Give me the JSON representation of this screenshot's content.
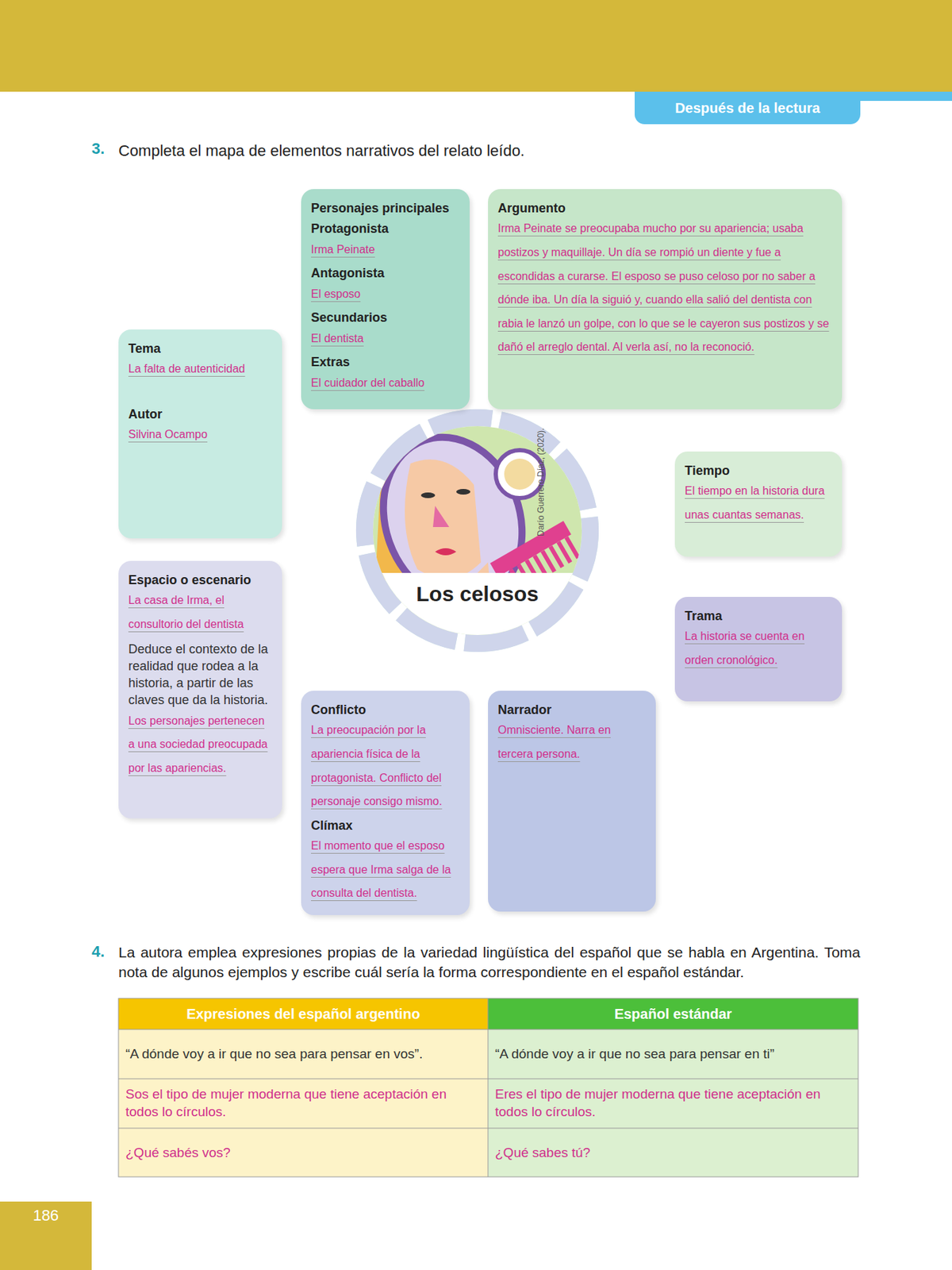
{
  "diagram": {
    "nodes": [
      {
        "text": [
          "Después de la lectura"
        ]
      },
      {
        "text": [
          "Personajes principales",
          "Protagonista",
          "Irma Peinate",
          "Antagonista",
          "El esposo",
          "Secundarios",
          "El dentista",
          "Extras",
          "El cuidador del caballo"
        ]
      },
      {
        "text": [
          "Argumento",
          "Irma Peinate se preocupaba mucho por su apariencia; usaba postizos y maquillaje. Un día se rompió un diente y fue a escondidas a curarse. El esposo se puso celoso por no saber a dónde iba. Un día la siguió y, cuando ella salió del dentista con rabia le lanzó un golpe, con lo que se le cayeron sus postizos y se dañó el arreglo dental. Al verla así, no la reconoció."
        ]
      },
      {
        "text": [
          "Tema",
          "La falta de autenticidad",
          "Autor",
          "Silvina Ocampo"
        ]
      },
      {
        "text": [
          "Los celosos"
        ]
      },
      {
        "text": [
          "Tiempo",
          "El tiempo en la historia dura unas cuantas semanas."
        ]
      },
      {
        "text": [
          "Espacio o escenario",
          "La casa de Irma, el consultorio del dentista",
          "Deduce el contexto de la realidad que rodea a la historia, a partir de las claves que da la historia.",
          "Los personajes pertenecen a una sociedad preocupada por las apariencias."
        ]
      },
      {
        "text": [
          "Trama",
          "La historia se cuenta en orden cronológico."
        ]
      },
      {
        "text": [
          "Conflicto",
          "La preocupación por la apariencia física de la protagonista. Conflicto del personaje consigo mismo.",
          "Clímax",
          "El momento que el esposo espera que Irma salga de la consulta del dentista."
        ]
      },
      {
        "text": [
          "Narrador",
          "Omnisciente. Narra en tercera persona."
        ]
      }
    ],
    "labels": [
      "3.",
      "Completa el mapa de elementos narrativos del relato leído.",
      "Darío Guerrero Díaz, (2020).",
      "4.",
      "La autora emplea expresiones propias de la variedad lingüística del español que se habla en Argentina. Toma nota de algunos ejemplos y escribe cuál sería la forma correspondiente en el español estándar.",
      "Expresiones del español argentino",
      "Español estándar",
      "“A dónde voy a ir que no sea para pensar en vos”.",
      "“A dónde voy a ir que no sea para pensar en ti”",
      "Sos el tipo de mujer moderna que tiene aceptación en todos lo círculos.",
      "Eres el tipo de mujer moderna que tiene aceptación en todos lo círculos.",
      "¿Qué sabés vos?",
      "¿Qué sabes tú?",
      "186"
    ]
  }
}
